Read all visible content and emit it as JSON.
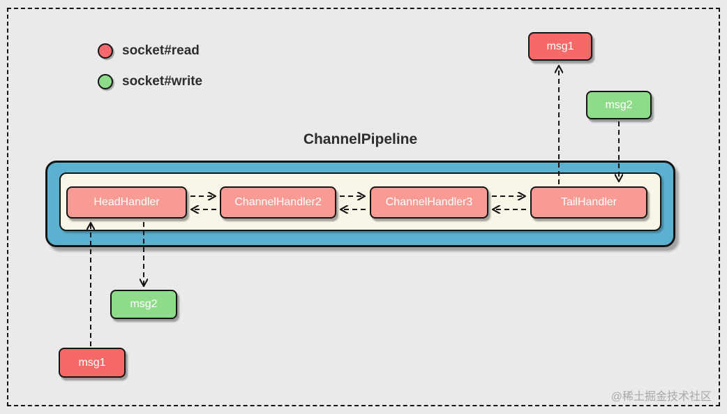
{
  "diagram": {
    "title": "ChannelPipeline",
    "legend": {
      "items": [
        {
          "label": "socket#read",
          "color": "#f4696e"
        },
        {
          "label": "socket#write",
          "color": "#8edc8a"
        }
      ]
    },
    "pipeline": {
      "handlers": [
        "HeadHandler",
        "ChannelHandler2",
        "ChannelHandler3",
        "TailHandler"
      ],
      "container_color": "#5cb1d1",
      "track_color": "#f9f6e8",
      "handler_color": "#f79b94"
    },
    "messages": {
      "top_msg1": {
        "label": "msg1",
        "color": "#f56a68"
      },
      "top_msg2": {
        "label": "msg2",
        "color": "#8edc8a"
      },
      "bottom_msg2": {
        "label": "msg2",
        "color": "#8edc8a"
      },
      "bottom_msg1": {
        "label": "msg1",
        "color": "#f56a68"
      }
    },
    "watermark": "@稀土掘金技术社区"
  }
}
